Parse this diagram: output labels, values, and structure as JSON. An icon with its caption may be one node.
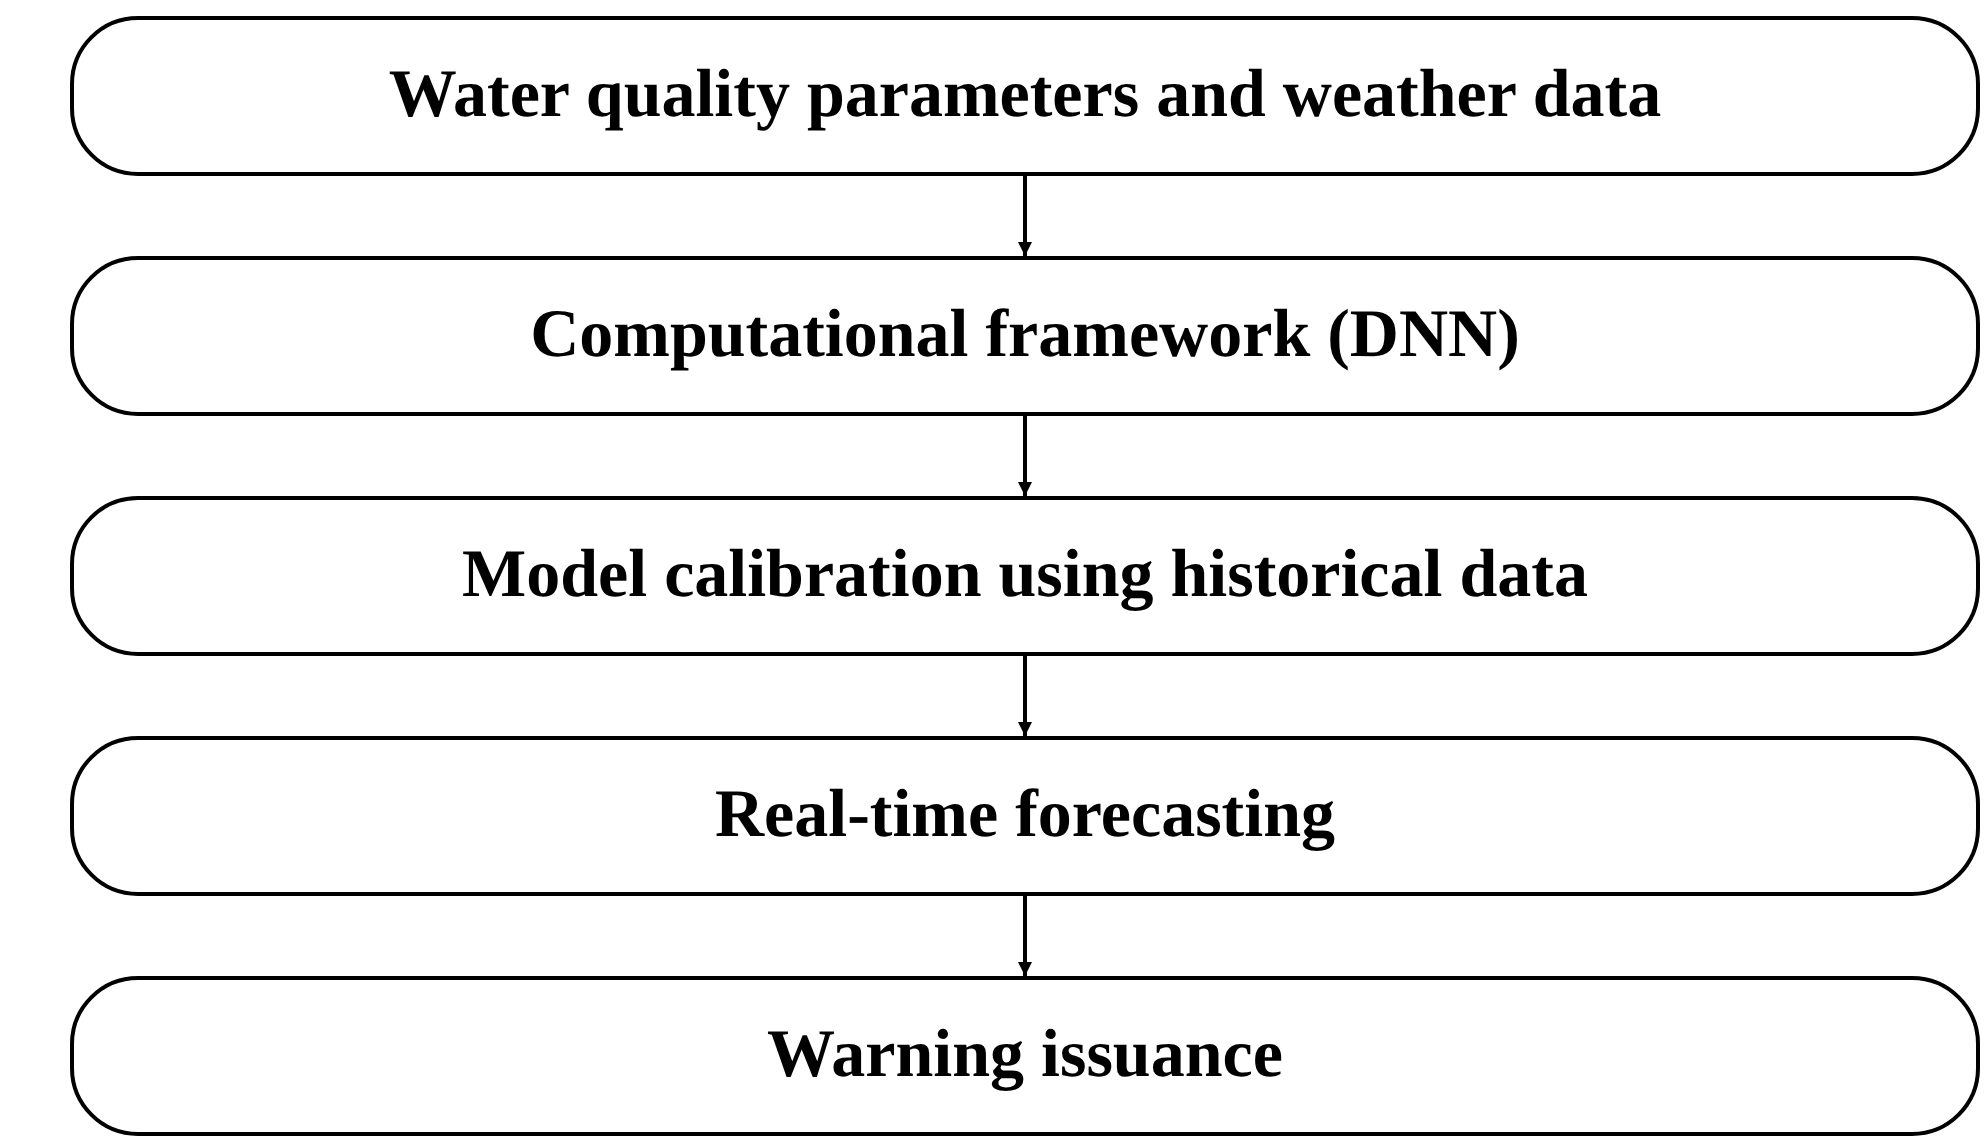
{
  "diagram": {
    "nodes": [
      {
        "text": [
          "Water quality parameters and weather data"
        ]
      },
      {
        "text": [
          "Computational framework (DNN)"
        ]
      },
      {
        "text": [
          "Model calibration using historical data"
        ]
      },
      {
        "text": [
          "Real-time forecasting"
        ]
      },
      {
        "text": [
          "Warning issuance"
        ]
      }
    ],
    "edges": [
      {
        "from": 0,
        "to": 1,
        "arrow": "to"
      },
      {
        "from": 1,
        "to": 2,
        "arrow": "to"
      },
      {
        "from": 2,
        "to": 3,
        "arrow": "to"
      },
      {
        "from": 3,
        "to": 4,
        "arrow": "to"
      }
    ]
  }
}
